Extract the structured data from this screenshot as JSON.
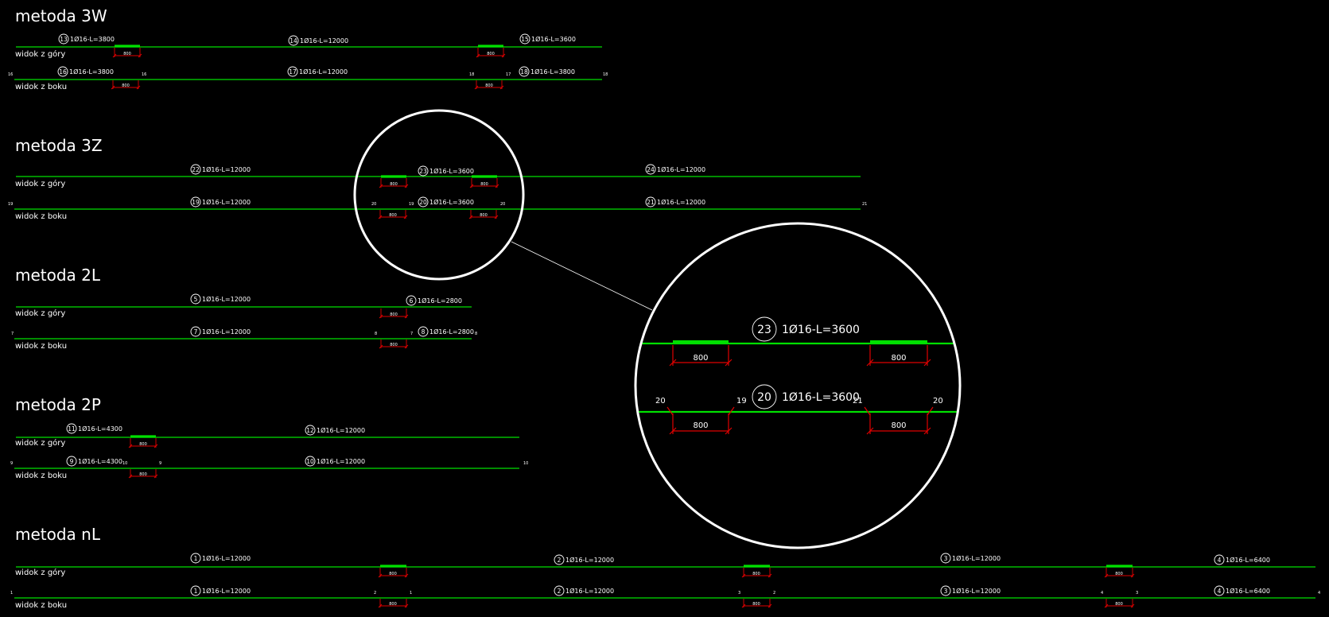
{
  "sections": [
    {
      "title": "metoda 3W",
      "top_view": "widok z góry",
      "side_view": "widok z boku",
      "top_labels": [
        {
          "num": "13",
          "text": "1Ø16-L=3800"
        },
        {
          "num": "14",
          "text": "1Ø16-L=12000"
        },
        {
          "num": "15",
          "text": "1Ø16-L=3600"
        }
      ],
      "side_labels": [
        {
          "num": "16",
          "text": "1Ø16-L=3800"
        },
        {
          "num": "17",
          "text": "1Ø16-L=12000"
        },
        {
          "num": "18",
          "text": "1Ø16-L=3800"
        }
      ],
      "side_end_numbers": [
        "16",
        "16",
        "18",
        "17",
        "18"
      ],
      "top_dims": [
        "800",
        "800"
      ],
      "side_dims": [
        "800",
        "800"
      ]
    },
    {
      "title": "metoda 3Z",
      "top_view": "widok z góry",
      "side_view": "widok z boku",
      "top_labels": [
        {
          "num": "22",
          "text": "1Ø16-L=12000"
        },
        {
          "num": "23",
          "text": "1Ø16-L=3600"
        },
        {
          "num": "24",
          "text": "1Ø16-L=12000"
        }
      ],
      "side_labels": [
        {
          "num": "19",
          "text": "1Ø16-L=12000"
        },
        {
          "num": "20",
          "text": "1Ø16-L=3600"
        },
        {
          "num": "21",
          "text": "1Ø16-L=12000"
        }
      ],
      "side_end_numbers": [
        "19",
        "20",
        "19",
        "20",
        "21"
      ],
      "top_dims": [
        "800",
        "800"
      ],
      "side_dims": [
        "800",
        "800"
      ]
    },
    {
      "title": "metoda 2L",
      "top_view": "widok z góry",
      "side_view": "widok z boku",
      "top_labels": [
        {
          "num": "5",
          "text": "1Ø16-L=12000"
        },
        {
          "num": "6",
          "text": "1Ø16-L=2800"
        }
      ],
      "side_labels": [
        {
          "num": "7",
          "text": "1Ø16-L=12000"
        },
        {
          "num": "8",
          "text": "1Ø16-L=2800"
        }
      ],
      "side_end_numbers": [
        "7",
        "8",
        "7",
        "8"
      ],
      "top_dims": [
        "800"
      ],
      "side_dims": [
        "800"
      ]
    },
    {
      "title": "metoda 2P",
      "top_view": "widok z góry",
      "side_view": "widok z boku",
      "top_labels": [
        {
          "num": "11",
          "text": "1Ø16-L=4300"
        },
        {
          "num": "12",
          "text": "1Ø16-L=12000"
        }
      ],
      "side_labels": [
        {
          "num": "9",
          "text": "1Ø16-L=4300"
        },
        {
          "num": "10",
          "text": "1Ø16-L=12000"
        }
      ],
      "side_end_numbers": [
        "9",
        "10",
        "9",
        "10"
      ],
      "top_dims": [
        "800"
      ],
      "side_dims": [
        "800"
      ]
    },
    {
      "title": "metoda nL",
      "top_view": "widok z góry",
      "side_view": "widok z boku",
      "top_labels": [
        {
          "num": "1",
          "text": "1Ø16-L=12000"
        },
        {
          "num": "2",
          "text": "1Ø16-L=12000"
        },
        {
          "num": "3",
          "text": "1Ø16-L=12000"
        },
        {
          "num": "4",
          "text": "1Ø16-L=6400"
        }
      ],
      "side_labels": [
        {
          "num": "1",
          "text": "1Ø16-L=12000"
        },
        {
          "num": "2",
          "text": "1Ø16-L=12000"
        },
        {
          "num": "3",
          "text": "1Ø16-L=12000"
        },
        {
          "num": "4",
          "text": "1Ø16-L=6400"
        }
      ],
      "side_end_numbers": [
        "1",
        "2",
        "1",
        "3",
        "2",
        "4",
        "3",
        "4"
      ],
      "top_dims": [
        "800",
        "800",
        "800"
      ],
      "side_dims": [
        "800",
        "800",
        "800"
      ]
    }
  ],
  "detail": {
    "top_label": {
      "num": "23",
      "text": "1Ø16-L=3600"
    },
    "side_label": {
      "num": "20",
      "text": "1Ø16-L=3600"
    },
    "end_numbers": [
      "20",
      "19",
      "21",
      "20"
    ],
    "top_dims": [
      "800",
      "800"
    ],
    "side_dims": [
      "800",
      "800"
    ]
  },
  "colors": {
    "background": "#000000",
    "rebar": "#00e000",
    "dimension": "#e00000",
    "text": "#ffffff"
  }
}
